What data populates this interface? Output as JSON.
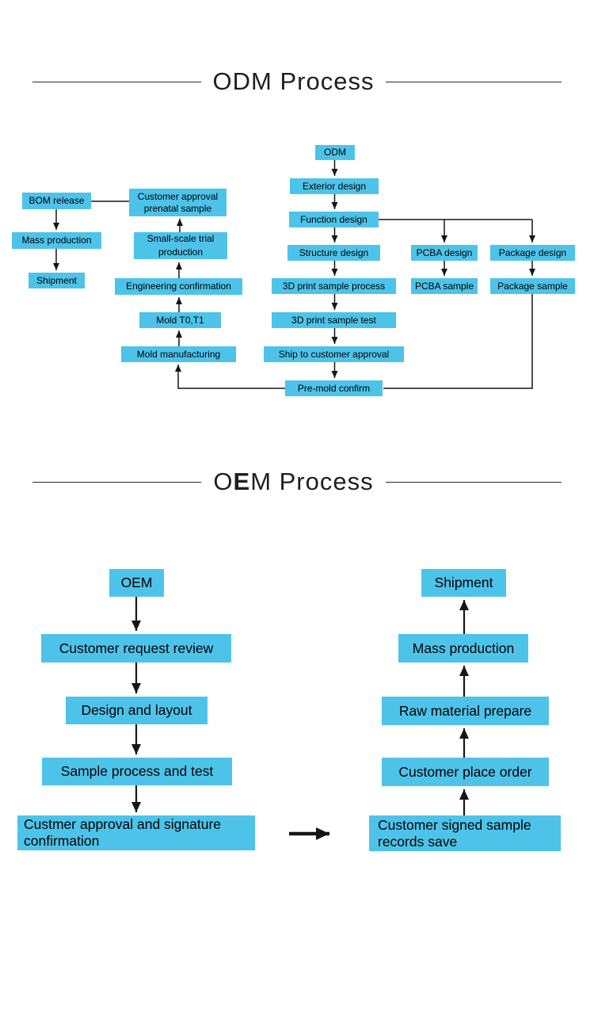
{
  "colors": {
    "node_fill": "#4ec3ea",
    "line": "#161616",
    "title": "#1f1f1f"
  },
  "odm_section": {
    "title": "ODM Process",
    "nodes": {
      "odm": "ODM",
      "exterior_design": "Exterior design",
      "function_design": "Function design",
      "structure_design": "Structure design",
      "print_sample_process": "3D print sample process",
      "print_sample_test": "3D print sample test",
      "ship_to_customer": "Ship to customer approval",
      "premold_confirm": "Pre-mold confirm",
      "pcba_design": "PCBA design",
      "pcba_sample": "PCBA sample",
      "package_design": "Package design",
      "package_sample": "Package sample",
      "bom_release": "BOM release",
      "customer_approval_prenatal": "Customer approval prenatal sample",
      "mass_production": "Mass production",
      "shipment": "Shipment",
      "small_scale_trial": "Small-scale trial production",
      "engineering_confirmation": "Engineering confirmation",
      "mold_t0t1": "Mold T0,T1",
      "mold_manufacturing": "Mold manufacturing"
    }
  },
  "oem_section": {
    "title_pre": "O",
    "title_bold": "E",
    "title_post": "M Process",
    "nodes": {
      "oem": "OEM",
      "customer_request_review": "Customer request review",
      "design_and_layout": "Design and layout",
      "sample_process_test": "Sample process and test",
      "custmer_approval_signature": "Custmer approval and signature confirmation",
      "customer_signed_records": "Customer signed sample records save",
      "customer_place_order": "Customer place order",
      "raw_material_prepare": "Raw material prepare",
      "mass_production": "Mass production",
      "shipment": "Shipment"
    }
  }
}
